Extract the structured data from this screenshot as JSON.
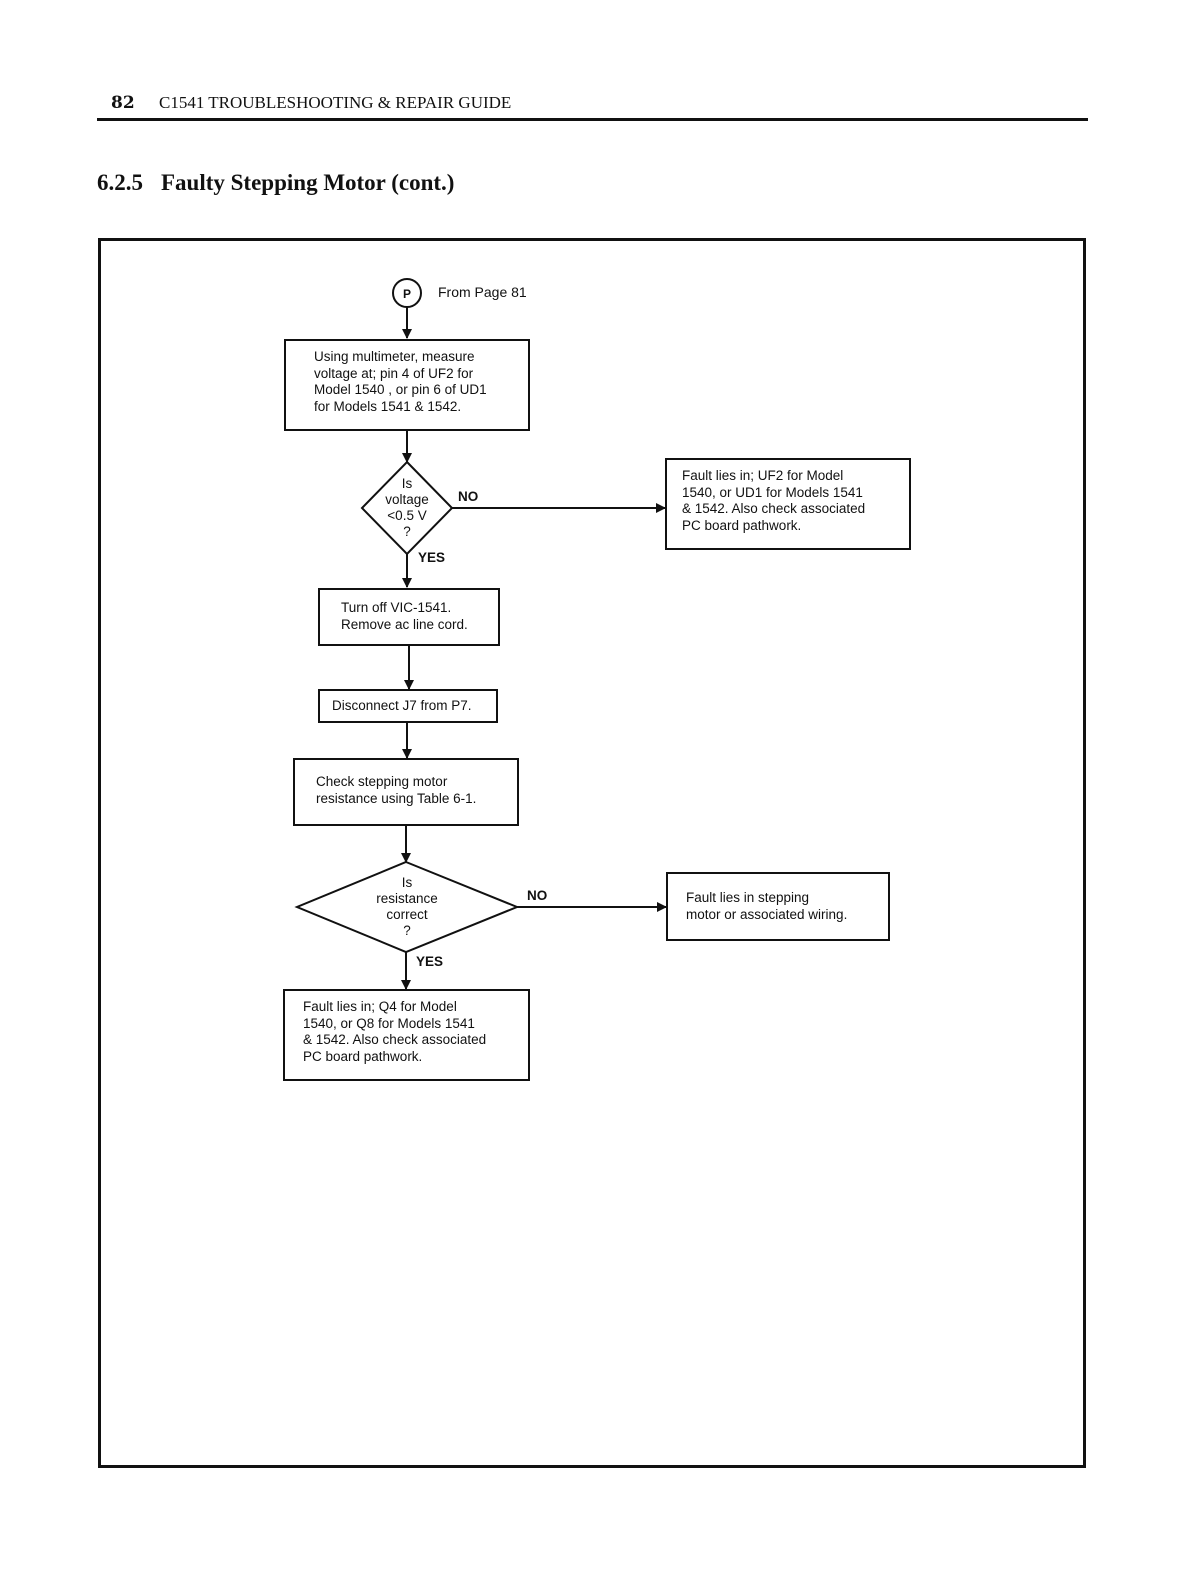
{
  "header": {
    "page_number": "82",
    "running_title": "C1541 TROUBLESHOOTING & REPAIR GUIDE"
  },
  "section": {
    "number": "6.2.5",
    "title": "Faulty Stepping Motor (cont.)"
  },
  "flowchart": {
    "connector": {
      "letter": "P",
      "label": "From Page  81"
    },
    "step_measure": "Using multimeter, measure\nvoltage at; pin 4 of UF2 for\nModel 1540 , or pin 6 of UD1\nfor Models 1541 & 1542.",
    "decision_voltage": "Is\nvoltage\n<0.5 V\n?",
    "decision_voltage_no": "NO",
    "decision_voltage_yes": "YES",
    "fault_uf2": "Fault lies in; UF2 for Model\n1540, or UD1 for Models 1541\n& 1542.  Also check associated\nPC board pathwork.",
    "step_turn_off": "Turn off VIC-1541.\nRemove ac line cord.",
    "step_disconnect": "Disconnect J7 from P7.",
    "step_check_motor": "Check stepping motor\nresistance using Table 6-1.",
    "decision_resistance": "Is\nresistance\ncorrect\n?",
    "decision_resistance_no": "NO",
    "decision_resistance_yes": "YES",
    "fault_motor": "Fault lies in stepping\nmotor or associated wiring.",
    "fault_q4": "Fault lies in; Q4 for Model\n1540, or Q8 for Models 1541\n& 1542.  Also check associated\nPC board pathwork."
  }
}
